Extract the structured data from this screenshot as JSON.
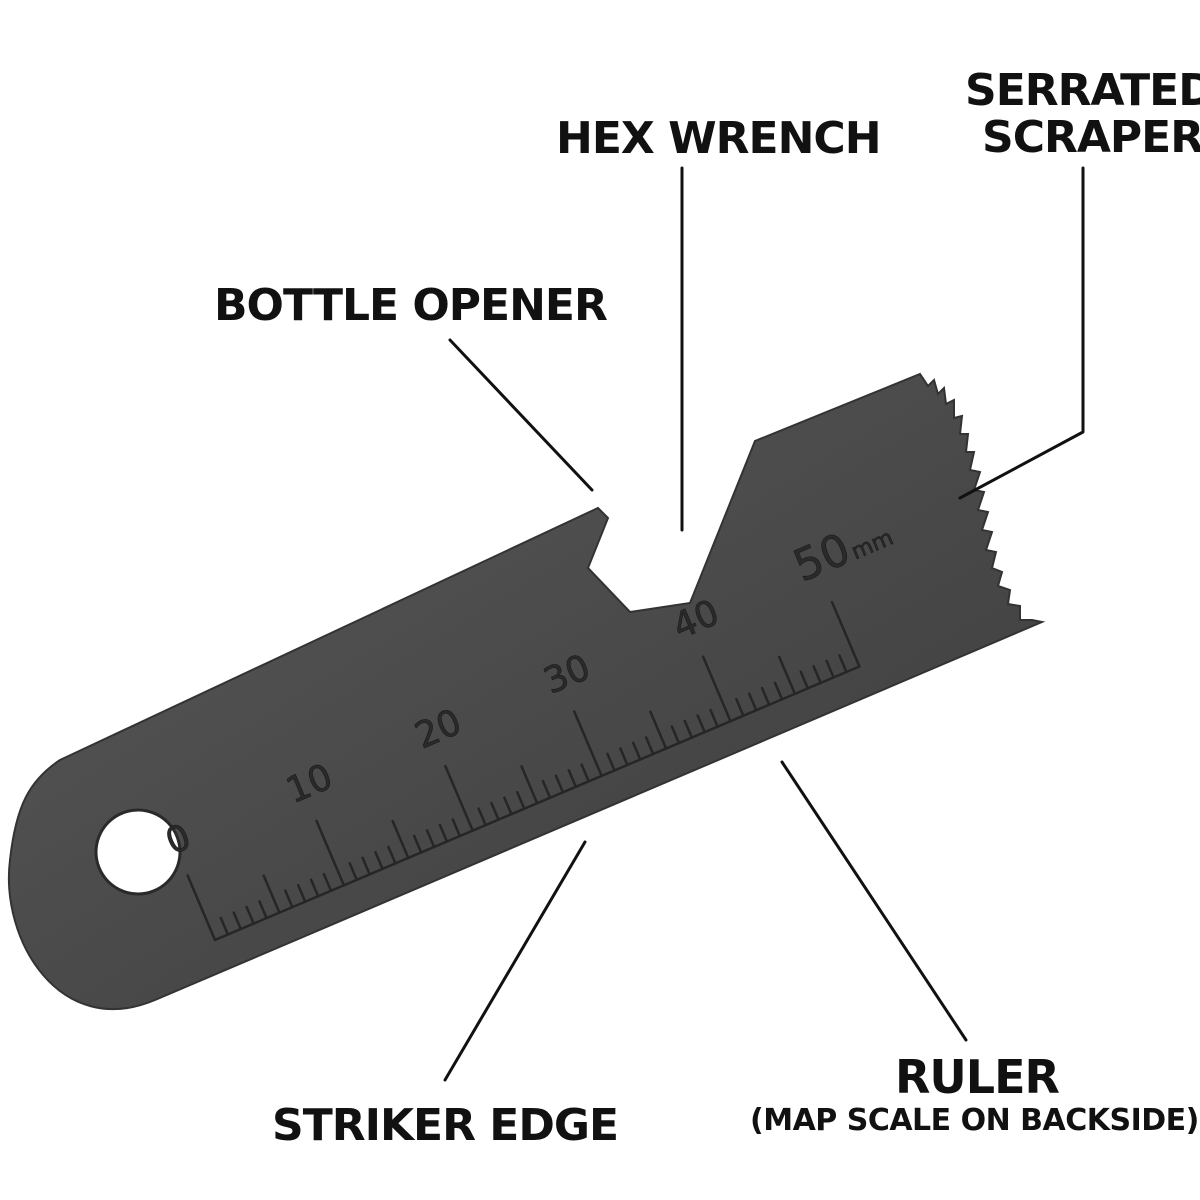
{
  "labels": {
    "hex_wrench": "HEX WRENCH",
    "serrated_line1": "SERRATED",
    "serrated_line2": "SCRAPER",
    "bottle_opener": "BOTTLE OPENER",
    "ruler": "RULER",
    "ruler_note": "(MAP  SCALE ON BACKSIDE)",
    "striker_edge": "STRIKER EDGE"
  },
  "ruler": {
    "numbers": [
      "0",
      "10",
      "20",
      "30",
      "40"
    ],
    "last_number": "50",
    "unit": "mm"
  },
  "colors": {
    "metal": "#4d4d4d",
    "text": "#111111",
    "background": "#ffffff"
  }
}
